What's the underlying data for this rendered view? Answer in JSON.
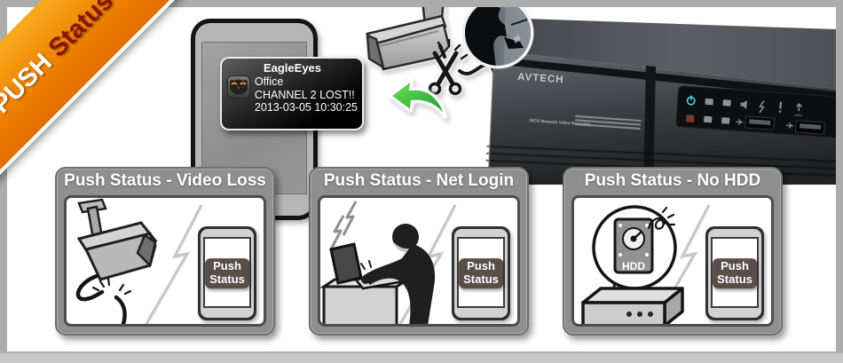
{
  "ribbon": {
    "push": "PUSH",
    "status": "Status"
  },
  "phone_notification": {
    "app": "EagleEyes",
    "location": "Office",
    "message": "CHANNEL 2 LOST!!",
    "timestamp": "2013-03-05 10:30:25",
    "icon": "eagleeyes-owl-icon"
  },
  "nvr": {
    "brand": "AVTECH",
    "model": "16CH Network Video Recorder",
    "data_port_label": "DATA",
    "front_icons": [
      "power-icon",
      "hdd-icon",
      "hdd-icon",
      "speaker-icon",
      "alarm-icon",
      "alert-icon",
      "data-icon",
      "usb-port",
      "usb-port"
    ]
  },
  "scene": {
    "camera": "cctv-camera-cable-being-cut",
    "inset_photo": "intruder-cutting-cable-photo",
    "arrow": "green-curved-arrow-to-phone"
  },
  "panels": [
    {
      "title": "Push Status - Video Loss",
      "illustration": "camera-with-cut-cable",
      "badge": {
        "line1": "Push",
        "line2": "Status"
      }
    },
    {
      "title": "Push Status - Net Login",
      "illustration": "hacker-at-laptop",
      "badge": {
        "line1": "Push",
        "line2": "Status"
      }
    },
    {
      "title": "Push Status - No HDD",
      "illustration": "dvr-missing-hdd",
      "badge": {
        "line1": "Push",
        "line2": "Status"
      },
      "hdd_label": "HDD"
    }
  ],
  "colors": {
    "ribbon_orange": "#EF8400",
    "ribbon_status_text": "#8B1500",
    "arrow_green": "#2FB335",
    "badge_bg": "#5A4E49",
    "panel_gray": "#8F8F8F",
    "frame_gray": "#ACACAC",
    "power_led_cyan": "#45D4E2"
  }
}
